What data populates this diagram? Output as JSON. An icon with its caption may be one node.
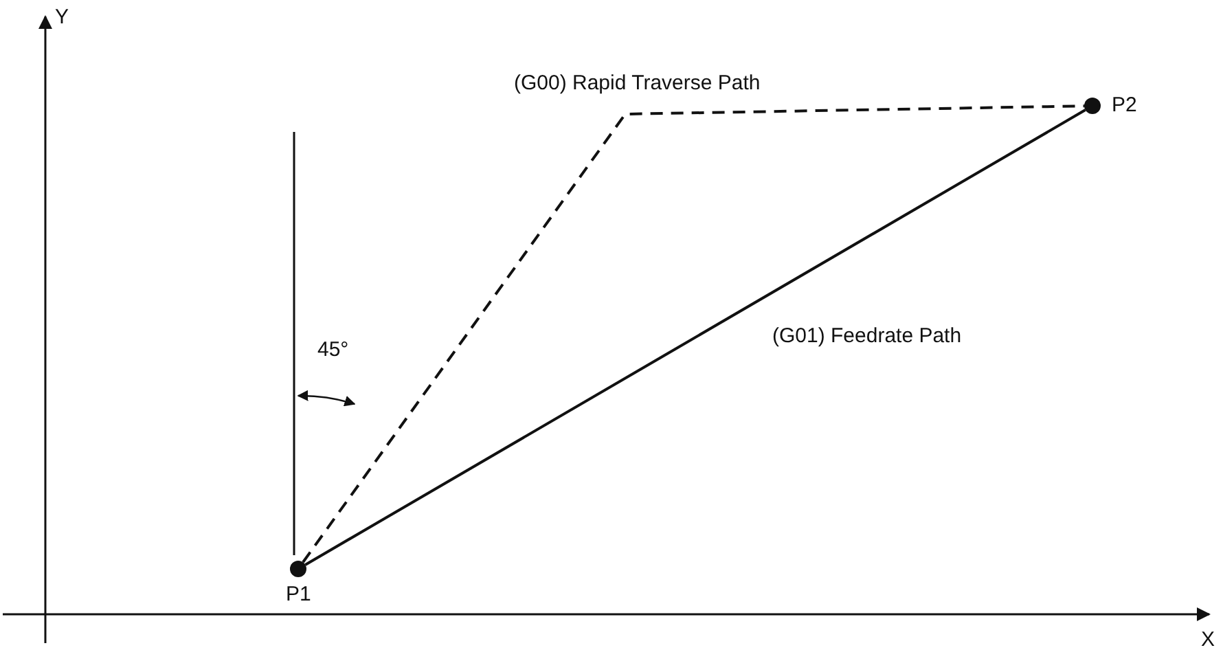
{
  "diagram": {
    "nodes": [
      {
        "text": [],
        "shape": "circle",
        "beside": [
          "P1"
        ]
      },
      {
        "text": [],
        "shape": "circle",
        "beside": [
          "P2"
        ]
      }
    ],
    "edges": [
      {
        "from": 0,
        "to": 1,
        "arrow": "none",
        "style": "dashed",
        "label": "(G00) Rapid Traverse Path"
      },
      {
        "from": 0,
        "to": 1,
        "arrow": "none",
        "label": "(G01) Feedrate Path"
      }
    ],
    "labels": [
      "Y",
      "X",
      "45°"
    ]
  }
}
